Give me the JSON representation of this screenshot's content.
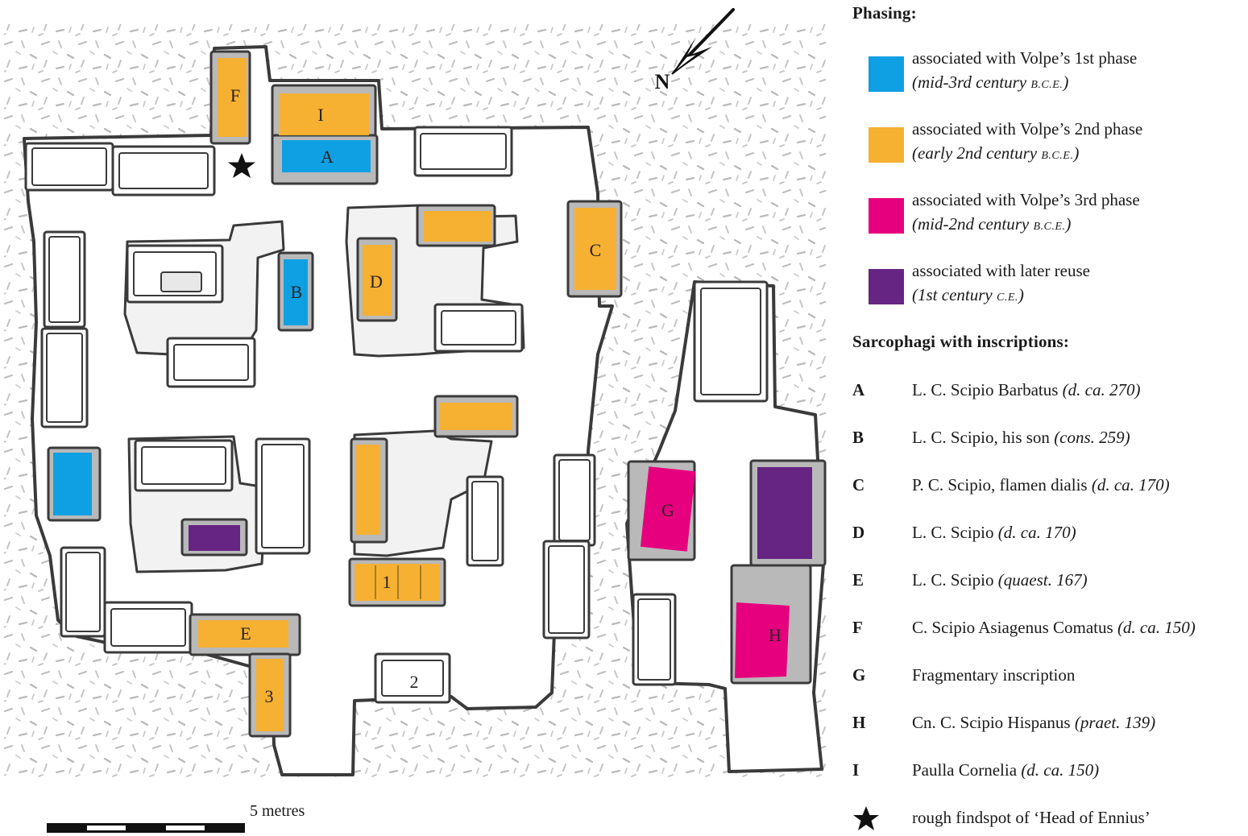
{
  "legend": {
    "phasing_title": "Phasing:",
    "phases": [
      {
        "color": "#0ea0e3",
        "line1": "associated with Volpe’s 1st phase",
        "line2_pre": "(mid-3rd century ",
        "line2_sc": "B.C.E.",
        "line2_post": ")"
      },
      {
        "color": "#f6b032",
        "line1": "associated with Volpe’s 2nd phase",
        "line2_pre": "(early 2nd century ",
        "line2_sc": "B.C.E.",
        "line2_post": ")"
      },
      {
        "color": "#e6007e",
        "line1": "associated with Volpe’s 3rd phase",
        "line2_pre": "(mid-2nd century ",
        "line2_sc": "B.C.E.",
        "line2_post": ")"
      },
      {
        "color": "#662483",
        "line1": "associated with later reuse",
        "line2_pre": "(1st century ",
        "line2_sc": "C.E.",
        "line2_post": ")"
      }
    ],
    "inscriptions_title": "Sarcophagi with inscriptions:",
    "inscriptions": [
      {
        "key": "A",
        "name": "L. C. Scipio Barbatus ",
        "date": "(d. ca. 270)"
      },
      {
        "key": "B",
        "name": "L. C. Scipio, his son ",
        "date": "(cons. 259)"
      },
      {
        "key": "C",
        "name": "P. C. Scipio, flamen dialis ",
        "date": "(d. ca. 170)"
      },
      {
        "key": "D",
        "name": "L. C. Scipio ",
        "date": "(d. ca. 170)"
      },
      {
        "key": "E",
        "name": "L. C. Scipio ",
        "date": "(quaest. 167)"
      },
      {
        "key": "F",
        "name": "C. Scipio Asiagenus Comatus ",
        "date": "(d. ca. 150)"
      },
      {
        "key": "G",
        "name": "Fragmentary inscription",
        "date": ""
      },
      {
        "key": "H",
        "name": "Cn. C. Scipio Hispanus ",
        "date": "(praet. 139)"
      },
      {
        "key": "I",
        "name": "Paulla Cornelia ",
        "date": "(d. ca. 150)"
      }
    ],
    "findspot_label": "rough findspot of ‘Head of Ennius’",
    "findspot_icon": "star-icon"
  },
  "map": {
    "north_label": "N",
    "scale_label": "5 metres",
    "sarcophagus_labels": {
      "A": "A",
      "B": "B",
      "C": "C",
      "D": "D",
      "E": "E",
      "F": "F",
      "G": "G",
      "H": "H",
      "I": "I",
      "n1": "1",
      "n2": "2",
      "n3": "3"
    },
    "colors": {
      "phase1": "#0ea0e3",
      "phase2": "#f6b032",
      "phase3": "#e6007e",
      "reuse": "#662483",
      "rock": "#9a9a9a",
      "wall": "#3a3a3a"
    }
  }
}
